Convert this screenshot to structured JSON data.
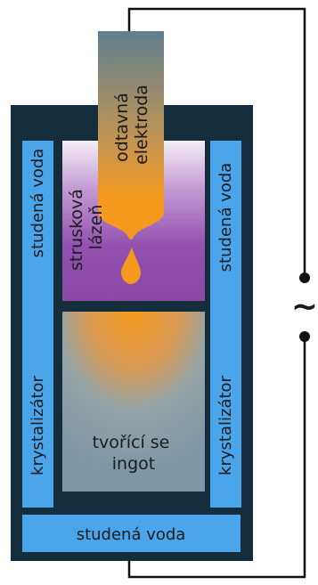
{
  "labels": {
    "electrode": [
      "odtavná",
      "elektroda"
    ],
    "slag_bath": [
      "strusková",
      "lázeň"
    ],
    "ingot": [
      "tvořící se",
      "ingot"
    ],
    "crystallizer_left": "krystalizátor",
    "crystallizer_right": "krystalizátor",
    "water_left": "studená voda",
    "water_right": "studená voda",
    "water_bottom": "studená voda",
    "ac_symbol": "~"
  },
  "colors": {
    "background": "#ffffff",
    "furnace_body": "#132d3d",
    "cooling_water": "#4aa5ea",
    "electrode_top": "#5f7f8f",
    "molten_metal": "#f59a1e",
    "slag": "#8c4aa6",
    "ingot": "#7d97a6",
    "wire": "#111111"
  }
}
